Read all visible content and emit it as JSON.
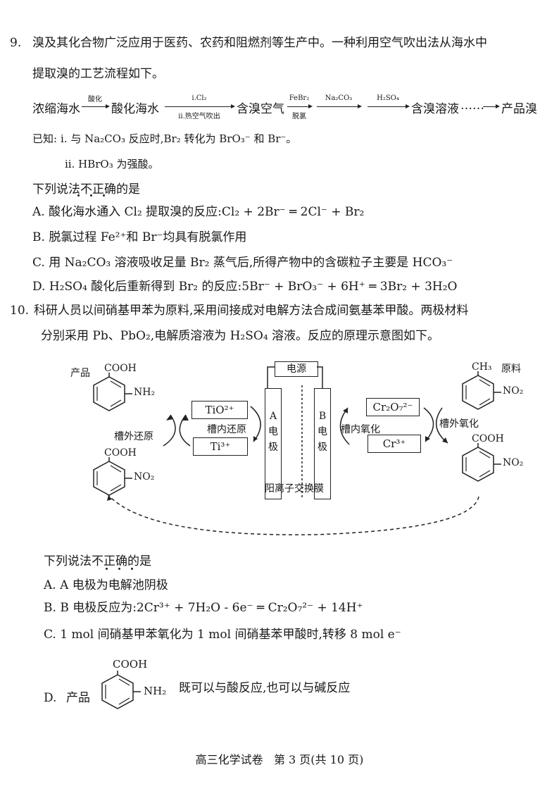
{
  "q9": {
    "number": "9.",
    "stem_line1": "溴及其化合物广泛应用于医药、农药和阻燃剂等生产中。一种利用空气吹出法从海水中",
    "stem_line2": "提取溴的工艺流程如下。",
    "flow": {
      "nodes": [
        "浓缩海水",
        "酸化海水",
        "含溴空气",
        "含溴溶液",
        "产品溴"
      ],
      "arrows": [
        {
          "top": "酸化",
          "bottom": ""
        },
        {
          "top": "i.Cl₂",
          "bottom": "ii.热空气吹出"
        },
        {
          "top": "FeBr₂",
          "bottom": "脱氯"
        },
        {
          "top": "Na₂CO₃",
          "bottom": ""
        },
        {
          "top": "H₂SO₄",
          "bottom": ""
        }
      ],
      "ellipsis": "……"
    },
    "known_label": "已知:",
    "known": [
      "i. 与 Na₂CO₃ 反应时,Br₂ 转化为 BrO₃⁻ 和 Br⁻。",
      "ii. HBrO₃ 为强酸。"
    ],
    "prompt": "下列说法不正确的是",
    "options": [
      {
        "label": "A.",
        "text": "酸化海水通入 Cl₂ 提取溴的反应:Cl₂ + 2Br⁻ ═ 2Cl⁻ + Br₂"
      },
      {
        "label": "B.",
        "text": "脱氯过程 Fe²⁺和 Br⁻均具有脱氯作用"
      },
      {
        "label": "C.",
        "text": "用 Na₂CO₃ 溶液吸收足量 Br₂ 蒸气后,所得产物中的含碳粒子主要是 HCO₃⁻"
      },
      {
        "label": "D.",
        "text": "H₂SO₄ 酸化后重新得到 Br₂ 的反应:5Br⁻ + BrO₃⁻ + 6H⁺ ═ 3Br₂ + 3H₂O"
      }
    ]
  },
  "q10": {
    "number": "10.",
    "stem_line1": "科研人员以间硝基甲苯为原料,采用间接成对电解方法合成间氨基苯甲酸。两极材料",
    "stem_line2": "分别采用 Pb、PbO₂,电解质溶液为 H₂SO₄ 溶液。反应的原理示意图如下。",
    "diagram": {
      "power_source": "电源",
      "electrode_a": [
        "A",
        "电",
        "极"
      ],
      "electrode_b": [
        "B",
        "电",
        "极"
      ],
      "membrane": "阳离子交换膜",
      "product_label": "产品",
      "raw_label": "原料",
      "cooh": "COOH",
      "nh2": "NH₂",
      "no2": "NO₂",
      "ch3": "CH₃",
      "tio": "TiO²⁺",
      "ti3": "Ti³⁺",
      "cr2o7": "Cr₂O₇²⁻",
      "cr3": "Cr³⁺",
      "outer_reduction": "槽外还原",
      "inner_reduction": "槽内还原",
      "inner_oxidation": "槽内氧化",
      "outer_oxidation": "槽外氧化"
    },
    "prompt": "下列说法不正确的是",
    "options": [
      {
        "label": "A.",
        "text": "A 电极为电解池阴极"
      },
      {
        "label": "B.",
        "text": "B 电极反应为:2Cr³⁺ + 7H₂O - 6e⁻ ═ Cr₂O₇²⁻ + 14H⁺"
      },
      {
        "label": "C.",
        "text": "1 mol 间硝基甲苯氧化为 1 mol 间硝基苯甲酸时,转移 8 mol e⁻"
      },
      {
        "label": "D.",
        "pre": "产品",
        "post": "既可以与酸反应,也可以与碱反应",
        "cooh": "COOH",
        "nh2": "NH₂"
      }
    ]
  },
  "footer": {
    "title": "高三化学试卷",
    "page": "第 3 页(共 10 页)"
  }
}
